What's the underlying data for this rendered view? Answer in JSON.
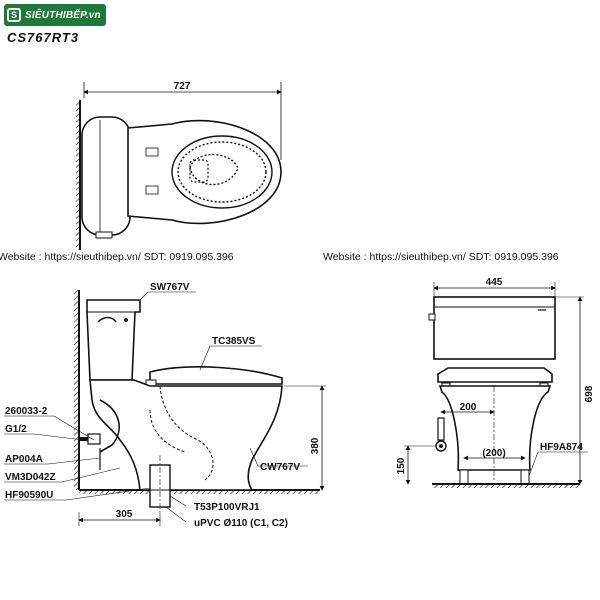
{
  "brand": {
    "logo_text": "SIÊUTHIBẾP.vn",
    "logo_mark": "S"
  },
  "model": "CS767RT3",
  "website_left": "Website : https://sieuthibep.vn/  SDT: 0919.095.396",
  "website_right": "Website : https://sieuthibep.vn/  SDT: 0919.095.396",
  "top_view": {
    "width_dim": "727"
  },
  "side_view": {
    "labels": {
      "tank": "SW767V",
      "seat": "TC385VS",
      "bowl": "CW767V",
      "valve": "260033-2",
      "thread": "G1/2",
      "stop": "AP004A",
      "hose": "VM3D042Z",
      "flange": "HF90590U",
      "outlet": "T53P100VRJ1",
      "pipe": "uPVC Ø110 (C1, C2)"
    },
    "dims": {
      "height": "380",
      "rough_in": "305"
    }
  },
  "front_view": {
    "labels": {
      "bolt": "HF9A874"
    },
    "dims": {
      "width": "445",
      "height": "698",
      "left": "200",
      "bolt_span": "(200)",
      "supply_height": "150"
    }
  }
}
